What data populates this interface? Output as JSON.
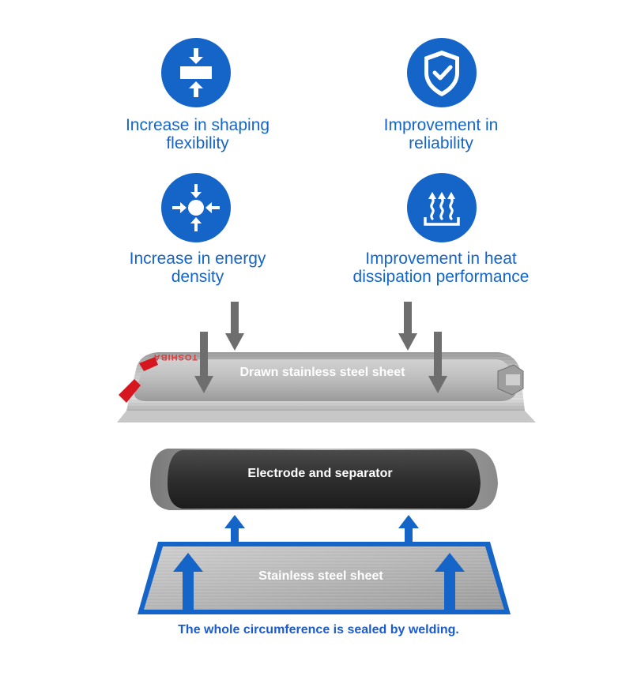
{
  "features": [
    {
      "id": "shaping",
      "label": "Increase in shaping\nflexibility",
      "icon": "compress-arrows-icon"
    },
    {
      "id": "reliability",
      "label": "Improvement in\nreliability",
      "icon": "shield-check-icon"
    },
    {
      "id": "energy",
      "label": "Increase in energy\ndensity",
      "icon": "converge-arrows-icon"
    },
    {
      "id": "heat",
      "label": "Improvement in heat\ndissipation performance",
      "icon": "heat-rising-icon"
    }
  ],
  "layers": {
    "top": "Drawn stainless steel sheet",
    "middle": "Electrode and separator",
    "bottom": "Stainless steel sheet",
    "brand": "TOSHIBA"
  },
  "caption": "The whole circumference is sealed by welding.",
  "colors": {
    "accent_blue": "#1565c8",
    "arrow_gray": "#6e6e6e",
    "brand_red": "#d7171f"
  }
}
